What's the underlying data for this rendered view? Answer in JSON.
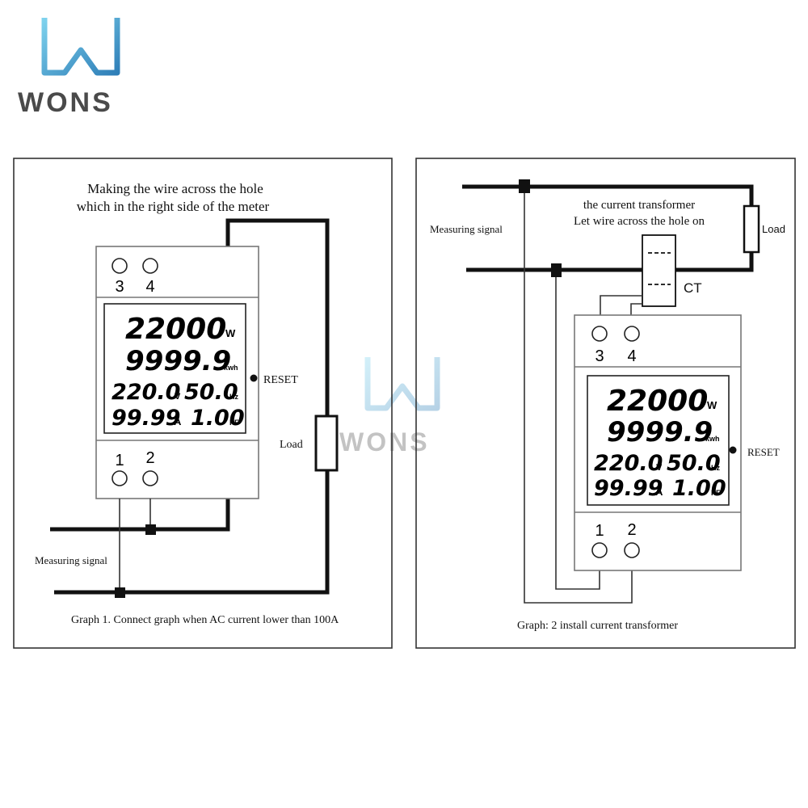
{
  "brand": {
    "name": "WONS",
    "colors": {
      "logo_light": "#7fd3ee",
      "logo_dark": "#2f7fb8",
      "text": "#4a4a4a"
    }
  },
  "meter": {
    "power": "22000",
    "power_unit": "W",
    "energy": "9999.9",
    "energy_unit": "kwh",
    "voltage": "220.0",
    "voltage_unit": "V",
    "frequency": "50.0",
    "frequency_unit": "Hz",
    "current": "99.99",
    "current_unit": "A",
    "pf": "1.00",
    "pf_unit": "PF",
    "terminals_top": [
      "3",
      "4"
    ],
    "terminals_bottom": [
      "1",
      "2"
    ],
    "reset_label": "RESET"
  },
  "graph1": {
    "note_line1": "Making the wire across the hole",
    "note_line2": "which in the right side of the meter",
    "load_label": "Load",
    "signal_label": "Measuring signal",
    "caption": "Graph 1. Connect graph when AC current lower than 100A"
  },
  "graph2": {
    "signal_label": "Measuring signal",
    "note_line1": "the current transformer",
    "note_line2": "Let wire across the hole on",
    "load_label": "Load",
    "ct_label": "CT",
    "caption": "Graph: 2 install current transformer"
  }
}
